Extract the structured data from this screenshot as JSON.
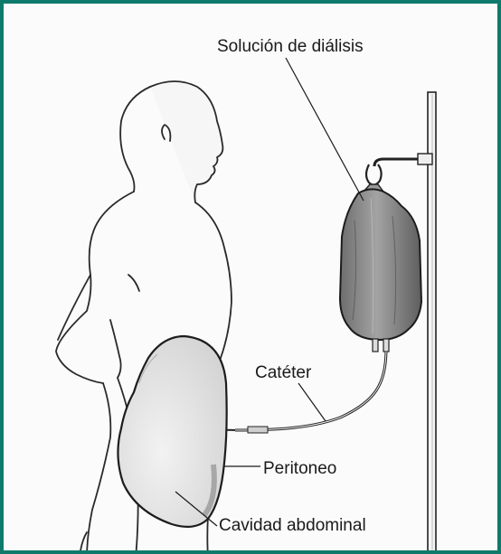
{
  "labels": {
    "solution": "Solución de diálisis",
    "catheter": "Catéter",
    "peritoneum": "Peritoneo",
    "abdominal_cavity": "Cavidad abdominal"
  },
  "colors": {
    "frame_border": "#0f7a6b",
    "ink": "#1a1a1a",
    "bag_fill": "#8a8a8a"
  }
}
